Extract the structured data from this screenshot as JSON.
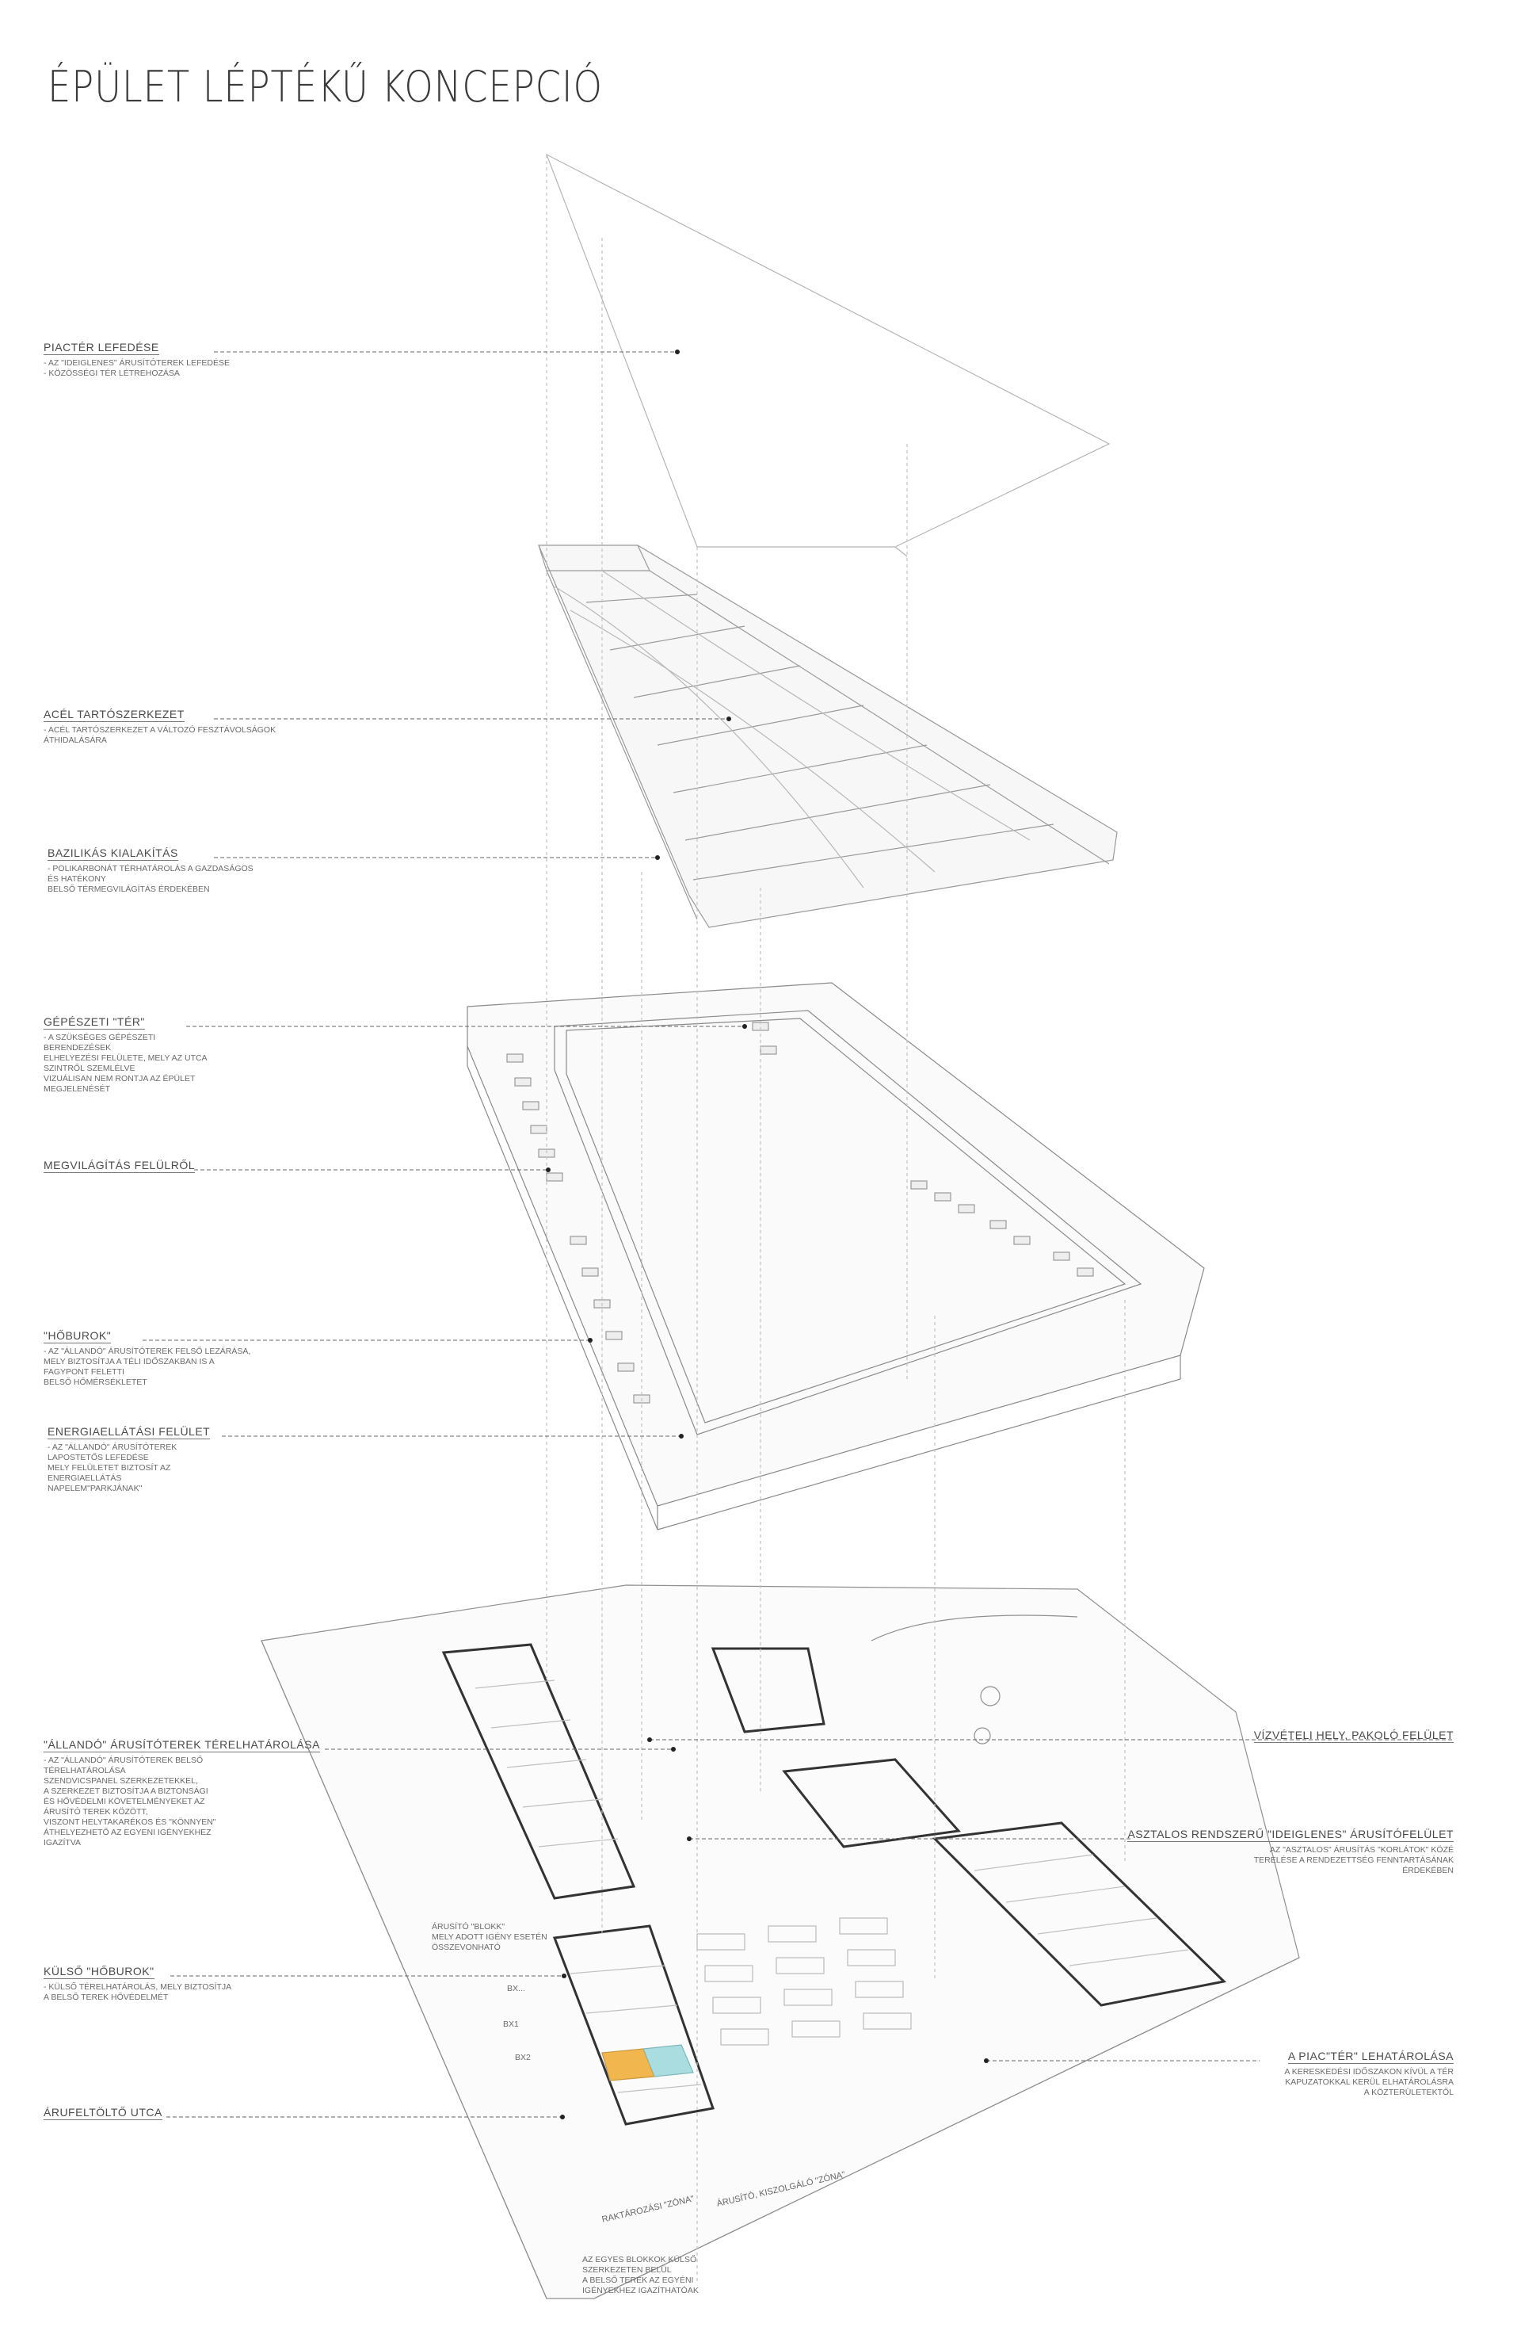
{
  "title": "ÉPÜLET LÉPTÉKŰ KONCEPCIÓ",
  "annotations": [
    {
      "title": "PIACTÉR LEFEDÉSE",
      "desc": [
        "- AZ \"IDEIGLENES\" ÁRUSÍTÓTEREK LEFEDÉSE",
        "- KÖZÖSSÉGI TÉR LÉTREHOZÁSA"
      ]
    },
    {
      "title": "ACÉL TARTÓSZERKEZET",
      "desc": [
        "- ACÉL TARTÓSZERKEZET A VÁLTOZÓ FESZTÁVOLSÁGOK",
        "ÁTHIDALÁSÁRA"
      ]
    },
    {
      "title": "BAZILIKÁS KIALAKÍTÁS",
      "desc": [
        "- POLIKARBONÁT TÉRHATÁROLÁS A GAZDASÁGOS",
        "ÉS HATÉKONY",
        "BELSŐ TÉRMEGVILÁGÍTÁS ÉRDEKÉBEN"
      ]
    },
    {
      "title": "GÉPÉSZETI \"TÉR\"",
      "desc": [
        "- A SZÜKSÉGES GÉPÉSZETI",
        "BERENDEZÉSEK",
        "ELHELYEZÉSI FELÜLETE, MELY AZ UTCA",
        "SZINTRŐL SZEMLÉLVE",
        "VIZUÁLISAN NEM RONTJA AZ ÉPÜLET",
        "MEGJELENÉSÉT"
      ]
    },
    {
      "title": "MEGVILÁGÍTÁS FELÜLRŐL",
      "desc": []
    },
    {
      "title": "\"HŐBUROK\"",
      "desc": [
        "- AZ \"ÁLLANDÓ\" ÁRUSÍTÓTEREK FELSŐ LEZÁRÁSA,",
        "MELY BIZTOSÍTJA A TÉLI IDŐSZAKBAN IS A",
        "FAGYPONT FELETTI",
        "BELSŐ HŐMÉRSÉKLETET"
      ]
    },
    {
      "title": "ENERGIAELLÁTÁSI FELÜLET",
      "desc": [
        "- AZ \"ÁLLANDÓ\" ÁRUSÍTÓTEREK",
        "LAPOSTETŐS LEFEDÉSE",
        "MELY FELÜLETET BIZTOSÍT AZ",
        "ENERGIAELLÁTÁS",
        "NAPELEM\"PARKJÁNAK\""
      ]
    },
    {
      "title": "\"ÁLLANDÓ\" ÁRUSÍTÓTEREK TÉRELHATÁROLÁSA",
      "desc": [
        "- AZ \"ÁLLANDÓ\" ÁRUSÍTÓTEREK BELSŐ",
        "TÉRELHATÁROLÁSA",
        "SZENDVICSPANEL SZERKEZETEKKEL,",
        "A SZERKEZET BIZTOSÍTJA A BIZTONSÁGI",
        "ÉS HŐVÉDELMI KÖVETELMÉNYEKET AZ",
        "ÁRUSÍTÓ TEREK KÖZÖTT,",
        "VISZONT HELYTAKARÉKOS ÉS \"KÖNNYEN\"",
        "ÁTHELYEZHETŐ AZ EGYENI IGÉNYEKHEZ",
        "IGAZÍTVA"
      ]
    },
    {
      "title": "KÜLSŐ \"HŐBUROK\"",
      "desc": [
        "- KÜLSŐ TÉRELHATÁROLÁS, MELY BIZTOSÍTJA",
        "A BELSŐ TEREK HŐVÉDELMÉT"
      ]
    },
    {
      "title": "ÁRUFELTÖLTŐ UTCA",
      "desc": []
    }
  ],
  "right_annotations": [
    {
      "title": "VÍZVÉTELI HELY, PAKOLÓ FELÜLET",
      "desc": []
    },
    {
      "title": "ASZTALOS RENDSZERŰ \"IDEIGLENES\" ÁRUSÍTÓFELÜLET",
      "desc": [
        "AZ \"ASZTALOS\" ÁRUSÍTÁS \"KORLÁTOK\" KÖZÉ",
        "TERELÉSE A RENDEZETTSÉG FENNTARTÁSÁNAK",
        "ÉRDEKÉBEN"
      ]
    },
    {
      "title": "A PIAC\"TÉR\" LEHATÁROLÁSA",
      "desc": [
        "A KERESKEDÉSI IDŐSZAKON KÍVÜL A TÉR",
        "KAPUZATOKKAL KERÜL ELHATÁROLÁSRA",
        "A KÖZTERÜLETEKTŐL"
      ]
    }
  ],
  "block_note": [
    "ÁRUSÍTÓ \"BLOKK\"",
    "MELY ADOTT IGÉNY ESETÉN",
    "ÖSSZEVONHATÓ"
  ],
  "block_labels": [
    "BX...",
    "BX1",
    "BX2"
  ],
  "zone_labels": [
    "RAKTÁROZÁSI \"ZÓNA\"",
    "ÁRUSÍTÓ, KISZOLGÁLÓ \"ZÓNA\""
  ],
  "bottom_note": [
    "AZ EGYES BLOKKOK KÜLSŐ",
    "SZERKEZETEN BELÜL",
    "A BELSŐ TEREK AZ EGYÉNI",
    "IGÉNYEKHEZ IGAZÍTHATÓAK"
  ],
  "colors": {
    "line": "#a8a8a8",
    "dark": "#2b2b2b",
    "accent_orange": "#f2b64f",
    "accent_teal": "#a9dde0",
    "glass": "#cfe3e6"
  }
}
